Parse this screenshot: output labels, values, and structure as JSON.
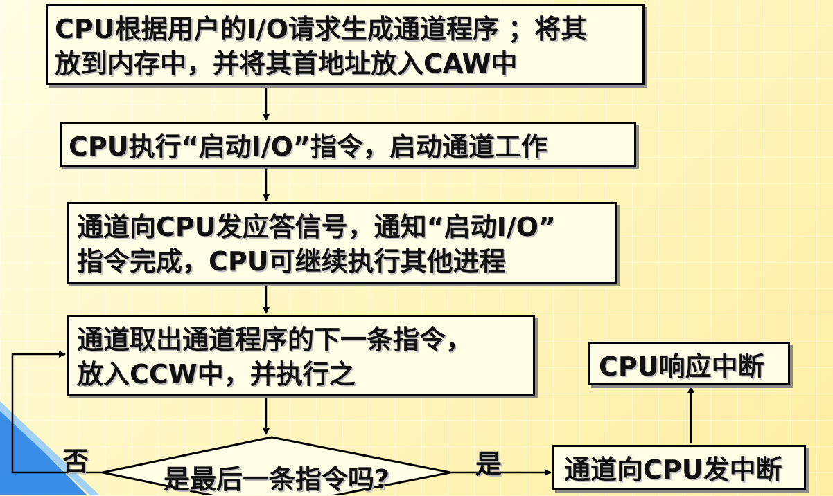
{
  "nodes": {
    "caw_setup": {
      "line1": "CPU根据用户的I/O请求生成通道程序 ；将其",
      "line2": "放到内存中，并将其首地址放入CAW中"
    },
    "start_io": {
      "line1": "CPU执行“启动I/O”指令，启动通道工作"
    },
    "channel_ack": {
      "line1": "通道向CPU发应答信号，通知“启动I/O”",
      "line2": "指令完成，CPU可继续执行其他进程"
    },
    "fetch_ccw": {
      "line1": "通道取出通道程序的下一条指令，",
      "line2": "放入CCW中，并执行之"
    },
    "cpu_interrupt_response": {
      "line1": "CPU响应中断"
    },
    "channel_interrupt": {
      "line1": "通道向CPU发中断"
    },
    "decision": {
      "text": "是最后一条指令吗?"
    }
  },
  "edge_labels": {
    "no": "否",
    "yes": "是"
  },
  "colors": {
    "box_fill": "#fffde6",
    "border": "#000000",
    "accent_blue": "#3a8ee8"
  }
}
